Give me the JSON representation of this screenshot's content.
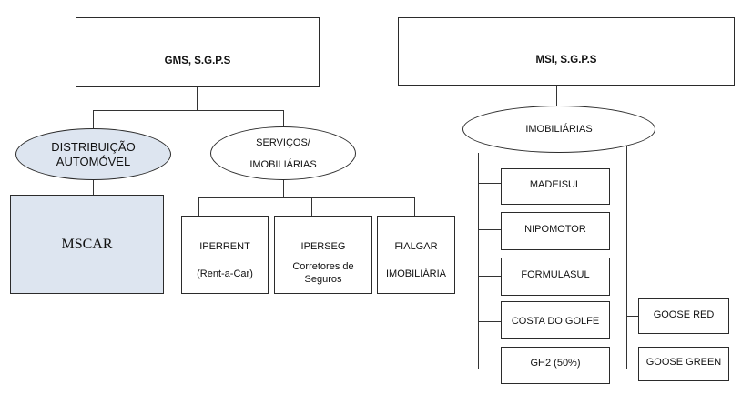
{
  "left": {
    "holding": "GMS, S.G.P.S",
    "distribution": {
      "line1": "DISTRIBUIÇÃO",
      "line2": "AUTOMÓVEL",
      "fill": "#dde5f0"
    },
    "mscar": {
      "label": "MSCAR",
      "fill": "#dde5f0"
    },
    "services": {
      "line1": "SERVIÇOS/",
      "line2": "IMOBILIÁRIAS"
    },
    "iperrent": {
      "line1": "IPERRENT",
      "line2": "(Rent-a-Car)"
    },
    "iperseg": {
      "line1": "IPERSEG",
      "line2": "Corretores de",
      "line3": "Seguros"
    },
    "fialgar": {
      "line1": "FIALGAR",
      "line2": "IMOBILIÁRIA"
    }
  },
  "right": {
    "holding": "MSI, S.G.P.S",
    "imobiliarias": "IMOBILIÁRIAS",
    "companies": [
      "MADEISUL",
      "NIPOMOTOR",
      "FORMULASUL",
      "COSTA DO GOLFE",
      "GH2 (50%)"
    ],
    "goose": [
      "GOOSE RED",
      "GOOSE GREEN"
    ]
  }
}
